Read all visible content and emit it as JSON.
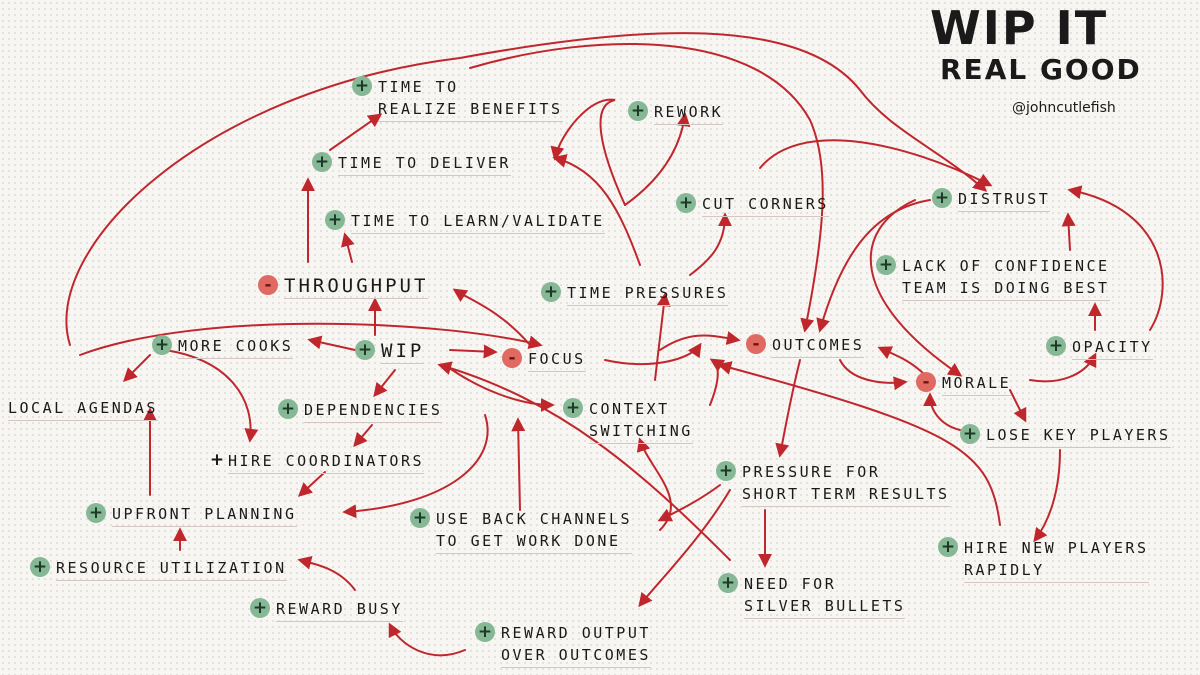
{
  "title": {
    "line1": "WIP IT",
    "line2": "REAL GOOD"
  },
  "handle": "@johncutlefish",
  "colors": {
    "arrow": "#c0272d",
    "plus": "#86b896",
    "minus": "#e06a62",
    "ink": "#1a1a1a"
  },
  "nodes": {
    "time_to_realize": {
      "sign": "+",
      "lines": [
        "TIME TO",
        "REALIZE BENEFITS"
      ]
    },
    "rework": {
      "sign": "+",
      "lines": [
        "REWORK"
      ]
    },
    "time_to_deliver": {
      "sign": "+",
      "lines": [
        "TIME TO DELIVER"
      ]
    },
    "time_to_learn": {
      "sign": "+",
      "lines": [
        "TIME TO LEARN/VALIDATE"
      ]
    },
    "cut_corners": {
      "sign": "+",
      "lines": [
        "CUT CORNERS"
      ]
    },
    "distrust": {
      "sign": "+",
      "lines": [
        "DISTRUST"
      ]
    },
    "lack_confidence": {
      "sign": "+",
      "lines": [
        "LACK OF CONFIDENCE",
        "TEAM IS DOING BEST"
      ]
    },
    "throughput": {
      "sign": "-",
      "lines": [
        "THROUGHPUT"
      ]
    },
    "time_pressures": {
      "sign": "+",
      "lines": [
        "TIME PRESSURES"
      ]
    },
    "more_cooks": {
      "sign": "+",
      "lines": [
        "MORE COOKS"
      ]
    },
    "wip": {
      "sign": "+",
      "lines": [
        "WIP"
      ]
    },
    "focus": {
      "sign": "-",
      "lines": [
        "FOCUS"
      ]
    },
    "outcomes": {
      "sign": "-",
      "lines": [
        "OUTCOMES"
      ]
    },
    "opacity": {
      "sign": "+",
      "lines": [
        "OPACITY"
      ]
    },
    "morale": {
      "sign": "-",
      "lines": [
        "MORALE"
      ]
    },
    "local_agendas": {
      "sign": "",
      "lines": [
        "LOCAL AGENDAS"
      ]
    },
    "dependencies": {
      "sign": "+",
      "lines": [
        "DEPENDENCIES"
      ]
    },
    "context_switching": {
      "sign": "+",
      "lines": [
        "CONTEXT",
        "SWITCHING"
      ]
    },
    "lose_key_players": {
      "sign": "+",
      "lines": [
        "LOSE KEY PLAYERS"
      ]
    },
    "hire_coordinators": {
      "sign": "+",
      "lines": [
        "HIRE COORDINATORS"
      ]
    },
    "pressure_short_term": {
      "sign": "+",
      "lines": [
        "PRESSURE FOR",
        "SHORT TERM RESULTS"
      ]
    },
    "upfront_planning": {
      "sign": "+",
      "lines": [
        "UPFRONT PLANNING"
      ]
    },
    "back_channels": {
      "sign": "+",
      "lines": [
        "USE BACK CHANNELS",
        "TO GET WORK DONE"
      ]
    },
    "hire_new_players": {
      "sign": "+",
      "lines": [
        "HIRE NEW PLAYERS",
        "RAPIDLY"
      ]
    },
    "resource_utilization": {
      "sign": "+",
      "lines": [
        "RESOURCE UTILIZATION"
      ]
    },
    "need_silver_bullets": {
      "sign": "+",
      "lines": [
        "NEED FOR",
        "SILVER BULLETS"
      ]
    },
    "reward_busy": {
      "sign": "+",
      "lines": [
        "REWARD BUSY"
      ]
    },
    "reward_output": {
      "sign": "+",
      "lines": [
        "REWARD OUTPUT",
        "OVER OUTCOMES"
      ]
    }
  }
}
